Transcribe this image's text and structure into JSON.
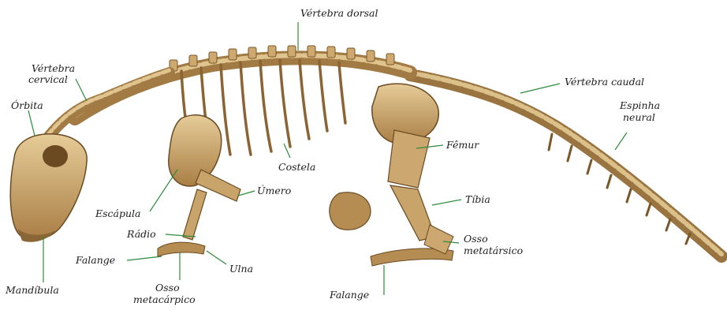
{
  "diagram": {
    "colors": {
      "bone": "#cfae78",
      "bone_light": "#e2c693",
      "bone_dark": "#8a6535",
      "bone_shadow": "#5e4020",
      "leader": "#2e8b3a"
    },
    "labels": {
      "vertebra_dorsal": "Vértebra dorsal",
      "vertebra_cervical_1": "Vértebra",
      "vertebra_cervical_2": "cervical",
      "orbita": "Órbita",
      "vertebra_caudal": "Vértebra caudal",
      "espinha_neural_1": "Espinha",
      "espinha_neural_2": "neural",
      "femur": "Fêmur",
      "costela": "Costela",
      "umero": "Úmero",
      "tibia": "Tíbia",
      "escapula": "Escápula",
      "radio": "Rádio",
      "osso_metatarsico_1": "Osso",
      "osso_metatarsico_2": "metatársico",
      "falange_front": "Falange",
      "ulna": "Ulna",
      "mandibula": "Mandíbula",
      "osso_metacarpico_1": "Osso",
      "osso_metacarpico_2": "metacárpico",
      "falange_hind": "Falange"
    }
  }
}
